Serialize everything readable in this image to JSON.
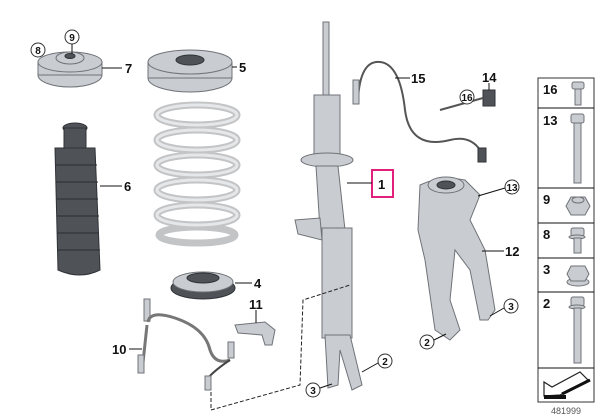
{
  "diagram": {
    "callouts": {
      "c8": "8",
      "c9": "9",
      "l7": "7",
      "l5": "5",
      "l6": "6",
      "l4": "4",
      "l1": "1",
      "l15": "15",
      "l14": "14",
      "c16": "16",
      "c13": "13",
      "l12": "12",
      "c3a": "3",
      "c2a": "2",
      "c2b": "2",
      "c3b": "3",
      "l11": "11",
      "l10": "10"
    },
    "highlight_color": "#e0207a",
    "parts_panel": [
      {
        "label": "16",
        "icon": "flange-bolt-short"
      },
      {
        "label": "13",
        "icon": "hex-bolt-long"
      },
      {
        "label": "9",
        "icon": "self-locking-nut"
      },
      {
        "label": "8",
        "icon": "flange-bolt"
      },
      {
        "label": "3",
        "icon": "collar-nut"
      },
      {
        "label": "2",
        "icon": "hex-bolt"
      }
    ],
    "diagram_number": "481999"
  }
}
